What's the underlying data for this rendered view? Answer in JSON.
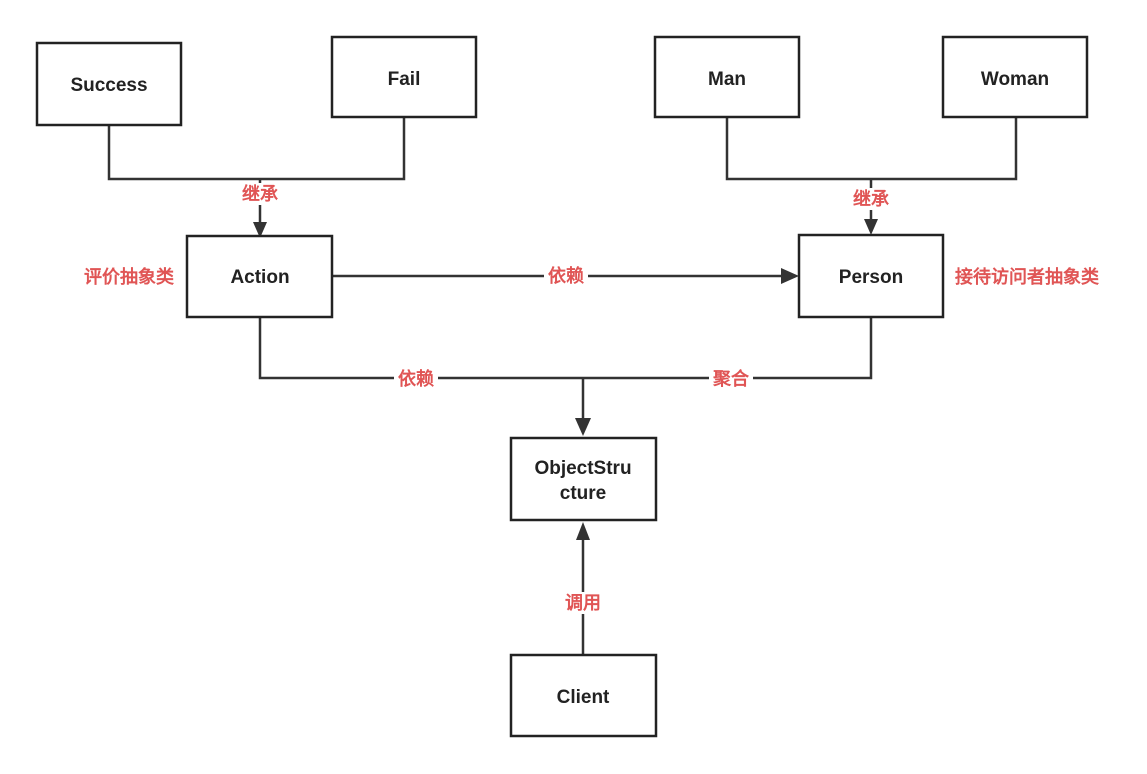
{
  "nodes": {
    "success": "Success",
    "fail": "Fail",
    "man": "Man",
    "woman": "Woman",
    "action": "Action",
    "person": "Person",
    "object_structure": [
      "ObjectStru",
      "cture"
    ],
    "client": "Client"
  },
  "edge_labels": {
    "inherit_action": "继承",
    "inherit_person": "继承",
    "depend_action_person": "依赖",
    "depend_action_object": "依赖",
    "aggregate_person_object": "聚合",
    "call_client_object": "调用"
  },
  "annotations": {
    "action_note": "评价抽象类",
    "person_note": "接待访问者抽象类"
  },
  "colors": {
    "annotation": "#e05555",
    "stroke": "#222222"
  }
}
